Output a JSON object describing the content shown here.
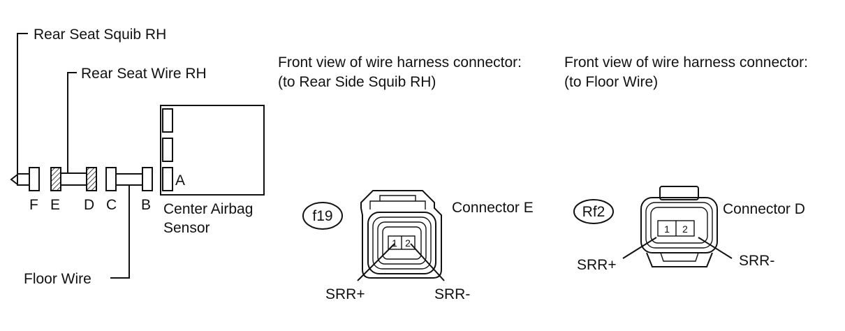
{
  "left": {
    "label_rear_seat_squib": "Rear Seat Squib RH",
    "label_rear_seat_wire": "Rear Seat Wire RH",
    "label_floor_wire": "Floor Wire",
    "sensor_line1": "Center Airbag",
    "sensor_line2": "Sensor",
    "connector_letters": {
      "f": "F",
      "e": "E",
      "d": "D",
      "c": "C",
      "b": "B",
      "a": "A"
    }
  },
  "panel_e": {
    "title_line1": "Front view of wire harness connector:",
    "title_line2": "(to Rear Side Squib RH)",
    "code": "f19",
    "connector_name": "Connector E",
    "pin1": "1",
    "pin2": "2",
    "pin1_label": "SRR+",
    "pin2_label": "SRR-"
  },
  "panel_d": {
    "title_line1": "Front view of wire harness connector:",
    "title_line2": "(to Floor Wire)",
    "code": "Rf2",
    "connector_name": "Connector D",
    "pin1": "1",
    "pin2": "2",
    "pin1_label": "SRR+",
    "pin2_label": "SRR-"
  }
}
